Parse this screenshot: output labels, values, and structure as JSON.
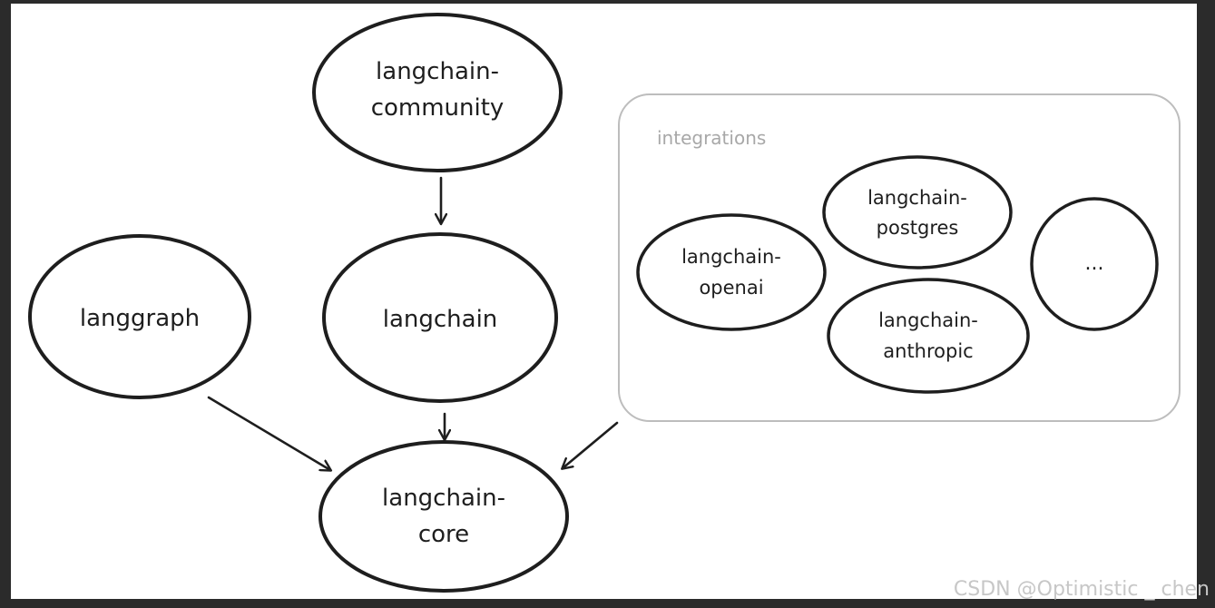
{
  "nodes": {
    "langchain_community": {
      "line1": "langchain-",
      "line2": "community"
    },
    "langchain": {
      "label": "langchain"
    },
    "langgraph": {
      "label": "langgraph"
    },
    "langchain_core": {
      "line1": "langchain-",
      "line2": "core"
    },
    "langchain_openai": {
      "line1": "langchain-",
      "line2": "openai"
    },
    "langchain_postgres": {
      "line1": "langchain-",
      "line2": "postgres"
    },
    "langchain_anthropic": {
      "line1": "langchain-",
      "line2": "anthropic"
    },
    "more": {
      "label": "..."
    }
  },
  "group": {
    "label": "integrations"
  },
  "watermark": "CSDN @Optimistic _ chen",
  "colors": {
    "background": "#ffffff",
    "frame": "#2b2b2b",
    "stroke": "#1e1e1e",
    "group_border": "#bdbdbd",
    "group_text": "#a8a8a8"
  }
}
